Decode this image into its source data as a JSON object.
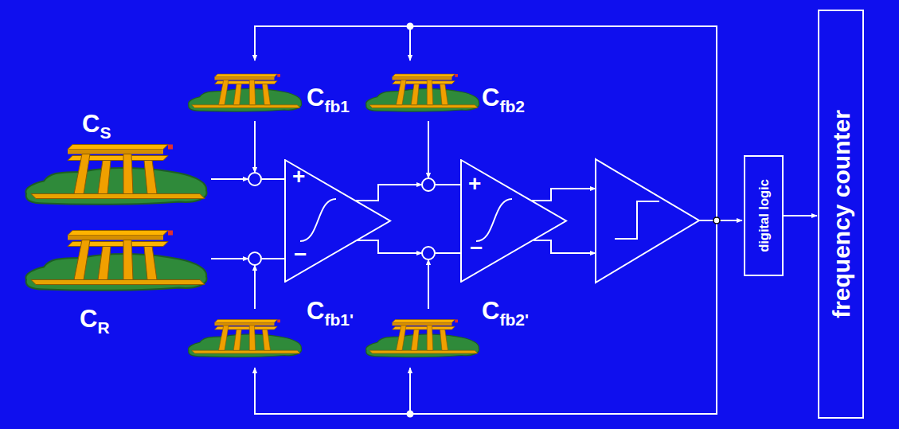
{
  "diagram": {
    "nodes": [
      {
        "text": [
          "+",
          "−"
        ]
      },
      {
        "text": [
          "+",
          "−"
        ]
      },
      {
        "text": [
          "digital logic"
        ]
      },
      {
        "text": [
          "frequency counter"
        ]
      }
    ],
    "edges": [
      {
        "from": 0,
        "to": 1,
        "arrow": "to"
      },
      {
        "from": 0,
        "to": 1,
        "arrow": "to"
      },
      {
        "from": 2,
        "to": 3,
        "arrow": "to"
      }
    ],
    "labels": [
      "C",
      "S",
      "C",
      "R",
      "C",
      "fb1",
      "C",
      "fb2",
      "C",
      "fb1'",
      "C",
      "fb2'"
    ]
  }
}
